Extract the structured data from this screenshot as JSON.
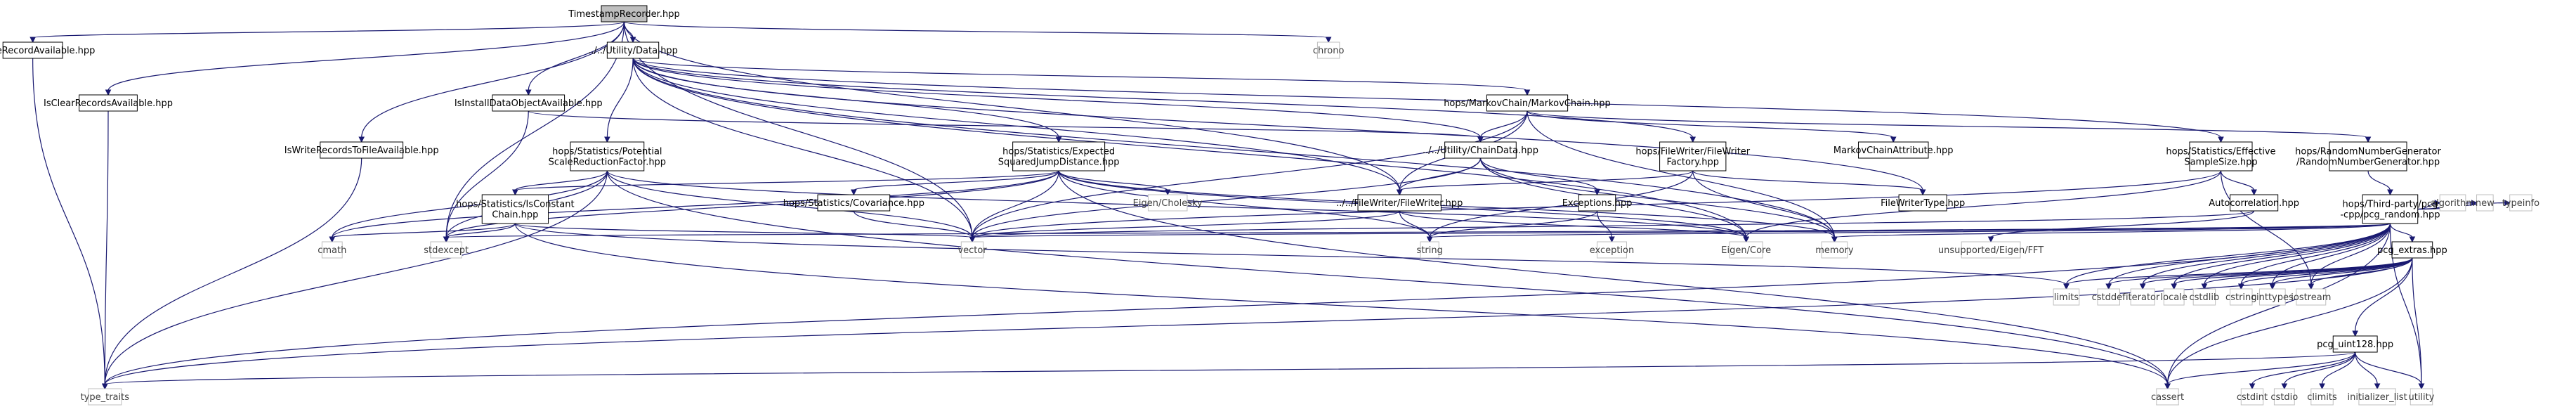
{
  "diagram": {
    "colors": {
      "edge": "#191970",
      "root_fill": "#bfbfbf",
      "node_stroke": "#000000",
      "system_stroke": "#bfbfbf",
      "system_text": "#404040",
      "node_text": "#000000"
    },
    "nodes": [
      {
        "id": "root",
        "lines": [
          "TimestampRecorder.hpp"
        ],
        "kind": "root"
      },
      {
        "id": "isstore",
        "lines": [
          "IsStoreRecordAvailable.hpp"
        ],
        "kind": "file"
      },
      {
        "id": "isclear",
        "lines": [
          "IsClearRecordsAvailable.hpp"
        ],
        "kind": "file"
      },
      {
        "id": "isinstall",
        "lines": [
          "IsInstallDataObjectAvailable.hpp"
        ],
        "kind": "file"
      },
      {
        "id": "iswrite",
        "lines": [
          "IsWriteRecordsToFileAvailable.hpp"
        ],
        "kind": "file"
      },
      {
        "id": "data",
        "lines": [
          "../../Utility/Data.hpp"
        ],
        "kind": "file"
      },
      {
        "id": "chrono",
        "lines": [
          "chrono"
        ],
        "kind": "system"
      },
      {
        "id": "psrf",
        "lines": [
          "hops/Statistics/Potential",
          "ScaleReductionFactor.hpp"
        ],
        "kind": "file"
      },
      {
        "id": "esjd",
        "lines": [
          "hops/Statistics/Expected",
          "SquaredJumpDistance.hpp"
        ],
        "kind": "file"
      },
      {
        "id": "chaindata",
        "lines": [
          "../../Utility/ChainData.hpp"
        ],
        "kind": "file"
      },
      {
        "id": "markov",
        "lines": [
          "hops/MarkovChain/MarkovChain.hpp"
        ],
        "kind": "file"
      },
      {
        "id": "fwfactory",
        "lines": [
          "hops/FileWriter/FileWriter",
          "Factory.hpp"
        ],
        "kind": "file"
      },
      {
        "id": "mcattr",
        "lines": [
          "MarkovChainAttribute.hpp"
        ],
        "kind": "file"
      },
      {
        "id": "ess",
        "lines": [
          "hops/Statistics/Effective",
          "SampleSize.hpp"
        ],
        "kind": "file"
      },
      {
        "id": "rng",
        "lines": [
          "hops/RandomNumberGenerator",
          "/RandomNumberGenerator.hpp"
        ],
        "kind": "file"
      },
      {
        "id": "isconst",
        "lines": [
          "hops/Statistics/IsConstant",
          "Chain.hpp"
        ],
        "kind": "file"
      },
      {
        "id": "cov",
        "lines": [
          "hops/Statistics/Covariance.hpp"
        ],
        "kind": "file"
      },
      {
        "id": "cholesky",
        "lines": [
          "Eigen/Cholesky"
        ],
        "kind": "system"
      },
      {
        "id": "filewriter",
        "lines": [
          "../../FileWriter/FileWriter.hpp"
        ],
        "kind": "file"
      },
      {
        "id": "exceptions",
        "lines": [
          "Exceptions.hpp"
        ],
        "kind": "file"
      },
      {
        "id": "fwtype",
        "lines": [
          "FileWriterType.hpp"
        ],
        "kind": "file"
      },
      {
        "id": "autocorr",
        "lines": [
          "Autocorrelation.hpp"
        ],
        "kind": "file"
      },
      {
        "id": "pcgrandom",
        "lines": [
          "hops/Third-party/pcg",
          "-cpp/pcg_random.hpp"
        ],
        "kind": "file"
      },
      {
        "id": "cmath",
        "lines": [
          "cmath"
        ],
        "kind": "system"
      },
      {
        "id": "stdexcept",
        "lines": [
          "stdexcept"
        ],
        "kind": "system"
      },
      {
        "id": "vector",
        "lines": [
          "vector"
        ],
        "kind": "system"
      },
      {
        "id": "string",
        "lines": [
          "string"
        ],
        "kind": "system"
      },
      {
        "id": "exception",
        "lines": [
          "exception"
        ],
        "kind": "system"
      },
      {
        "id": "eigencore",
        "lines": [
          "Eigen/Core"
        ],
        "kind": "system"
      },
      {
        "id": "memory",
        "lines": [
          "memory"
        ],
        "kind": "system"
      },
      {
        "id": "eigenfft",
        "lines": [
          "unsupported/Eigen/FFT"
        ],
        "kind": "system"
      },
      {
        "id": "algorithm",
        "lines": [
          "algorithm"
        ],
        "kind": "system"
      },
      {
        "id": "new",
        "lines": [
          "new"
        ],
        "kind": "system"
      },
      {
        "id": "typeinfo",
        "lines": [
          "typeinfo"
        ],
        "kind": "system"
      },
      {
        "id": "pcgextras",
        "lines": [
          "pcg_extras.hpp"
        ],
        "kind": "file"
      },
      {
        "id": "limits",
        "lines": [
          "limits"
        ],
        "kind": "system"
      },
      {
        "id": "cstddef",
        "lines": [
          "cstddef"
        ],
        "kind": "system"
      },
      {
        "id": "iterator",
        "lines": [
          "iterator"
        ],
        "kind": "system"
      },
      {
        "id": "locale",
        "lines": [
          "locale"
        ],
        "kind": "system"
      },
      {
        "id": "cstdlib",
        "lines": [
          "cstdlib"
        ],
        "kind": "system"
      },
      {
        "id": "cstring",
        "lines": [
          "cstring"
        ],
        "kind": "system"
      },
      {
        "id": "cinttypes",
        "lines": [
          "cinttypes"
        ],
        "kind": "system"
      },
      {
        "id": "iostream",
        "lines": [
          "iostream"
        ],
        "kind": "system"
      },
      {
        "id": "pcguint",
        "lines": [
          "pcg_uint128.hpp"
        ],
        "kind": "file"
      },
      {
        "id": "typetraits",
        "lines": [
          "type_traits"
        ],
        "kind": "system"
      },
      {
        "id": "cassert",
        "lines": [
          "cassert"
        ],
        "kind": "system"
      },
      {
        "id": "utility",
        "lines": [
          "utility"
        ],
        "kind": "system"
      },
      {
        "id": "cstdint",
        "lines": [
          "cstdint"
        ],
        "kind": "system"
      },
      {
        "id": "cstdio",
        "lines": [
          "cstdio"
        ],
        "kind": "system"
      },
      {
        "id": "climits",
        "lines": [
          "climits"
        ],
        "kind": "system"
      },
      {
        "id": "initlist",
        "lines": [
          "initializer_list"
        ],
        "kind": "system"
      }
    ],
    "edges": [
      [
        "root",
        "isstore"
      ],
      [
        "root",
        "isclear"
      ],
      [
        "root",
        "isinstall"
      ],
      [
        "root",
        "iswrite"
      ],
      [
        "root",
        "data"
      ],
      [
        "root",
        "chrono"
      ],
      [
        "root",
        "vector"
      ],
      [
        "root",
        "stdexcept"
      ],
      [
        "root",
        "filewriter"
      ],
      [
        "isstore",
        "typetraits"
      ],
      [
        "isclear",
        "typetraits"
      ],
      [
        "iswrite",
        "typetraits"
      ],
      [
        "isinstall",
        "chaindata"
      ],
      [
        "isinstall",
        "stdexcept"
      ],
      [
        "data",
        "psrf"
      ],
      [
        "data",
        "esjd"
      ],
      [
        "data",
        "chaindata"
      ],
      [
        "data",
        "markov"
      ],
      [
        "data",
        "fwfactory"
      ],
      [
        "data",
        "ess"
      ],
      [
        "data",
        "vector"
      ],
      [
        "data",
        "memory"
      ],
      [
        "data",
        "filewriter"
      ],
      [
        "data",
        "fwtype"
      ],
      [
        "data",
        "eigencore"
      ],
      [
        "psrf",
        "isconst"
      ],
      [
        "psrf",
        "cmath"
      ],
      [
        "psrf",
        "stdexcept"
      ],
      [
        "psrf",
        "vector"
      ],
      [
        "psrf",
        "eigencore"
      ],
      [
        "psrf",
        "typetraits"
      ],
      [
        "psrf",
        "cassert"
      ],
      [
        "esjd",
        "isconst"
      ],
      [
        "esjd",
        "cov"
      ],
      [
        "esjd",
        "cholesky"
      ],
      [
        "esjd",
        "vector"
      ],
      [
        "esjd",
        "eigencore"
      ],
      [
        "esjd",
        "stdexcept"
      ],
      [
        "esjd",
        "cassert"
      ],
      [
        "esjd",
        "string"
      ],
      [
        "esjd",
        "memory"
      ],
      [
        "esjd",
        "cmath"
      ],
      [
        "chaindata",
        "filewriter"
      ],
      [
        "chaindata",
        "exceptions"
      ],
      [
        "chaindata",
        "vector"
      ],
      [
        "chaindata",
        "memory"
      ],
      [
        "chaindata",
        "eigencore"
      ],
      [
        "markov",
        "chaindata"
      ],
      [
        "markov",
        "mcattr"
      ],
      [
        "markov",
        "rng"
      ],
      [
        "markov",
        "vector"
      ],
      [
        "markov",
        "memory"
      ],
      [
        "markov",
        "filewriter"
      ],
      [
        "fwfactory",
        "filewriter"
      ],
      [
        "fwfactory",
        "fwtype"
      ],
      [
        "fwfactory",
        "memory"
      ],
      [
        "fwfactory",
        "string"
      ],
      [
        "ess",
        "autocorr"
      ],
      [
        "ess",
        "vector"
      ],
      [
        "ess",
        "iostream"
      ],
      [
        "ess",
        "eigencore"
      ],
      [
        "rng",
        "pcgrandom"
      ],
      [
        "isconst",
        "vector"
      ],
      [
        "isconst",
        "stdexcept"
      ],
      [
        "isconst",
        "cmath"
      ],
      [
        "isconst",
        "limits"
      ],
      [
        "isconst",
        "cassert"
      ],
      [
        "cov",
        "vector"
      ],
      [
        "filewriter",
        "vector"
      ],
      [
        "filewriter",
        "string"
      ],
      [
        "filewriter",
        "eigencore"
      ],
      [
        "exceptions",
        "exception"
      ],
      [
        "exceptions",
        "string"
      ],
      [
        "autocorr",
        "eigenfft"
      ],
      [
        "autocorr",
        "vector"
      ],
      [
        "pcgrandom",
        "algorithm"
      ],
      [
        "pcgrandom",
        "new"
      ],
      [
        "pcgrandom",
        "typeinfo"
      ],
      [
        "pcgrandom",
        "pcgextras"
      ],
      [
        "pcgrandom",
        "limits"
      ],
      [
        "pcgrandom",
        "cstddef"
      ],
      [
        "pcgrandom",
        "iterator"
      ],
      [
        "pcgrandom",
        "locale"
      ],
      [
        "pcgrandom",
        "cstdlib"
      ],
      [
        "pcgrandom",
        "cstring"
      ],
      [
        "pcgrandom",
        "cinttypes"
      ],
      [
        "pcgrandom",
        "iostream"
      ],
      [
        "pcgrandom",
        "utility"
      ],
      [
        "pcgrandom",
        "cassert"
      ],
      [
        "pcgrandom",
        "typetraits"
      ],
      [
        "pcgrandom",
        "memory"
      ],
      [
        "pcgrandom",
        "vector"
      ],
      [
        "pcgrandom",
        "stdexcept"
      ],
      [
        "pcgrandom",
        "string"
      ],
      [
        "pcgextras",
        "pcguint"
      ],
      [
        "pcgextras",
        "cinttypes"
      ],
      [
        "pcgextras",
        "cstring"
      ],
      [
        "pcgextras",
        "iostream"
      ],
      [
        "pcgextras",
        "limits"
      ],
      [
        "pcgextras",
        "cstddef"
      ],
      [
        "pcgextras",
        "iterator"
      ],
      [
        "pcgextras",
        "locale"
      ],
      [
        "pcgextras",
        "cstdlib"
      ],
      [
        "pcgextras",
        "utility"
      ],
      [
        "pcgextras",
        "cassert"
      ],
      [
        "pcgextras",
        "typetraits"
      ],
      [
        "pcguint",
        "cstdint"
      ],
      [
        "pcguint",
        "cstdio"
      ],
      [
        "pcguint",
        "climits"
      ],
      [
        "pcguint",
        "initlist"
      ],
      [
        "pcguint",
        "utility"
      ],
      [
        "pcguint",
        "cassert"
      ],
      [
        "pcguint",
        "typetraits"
      ]
    ]
  }
}
